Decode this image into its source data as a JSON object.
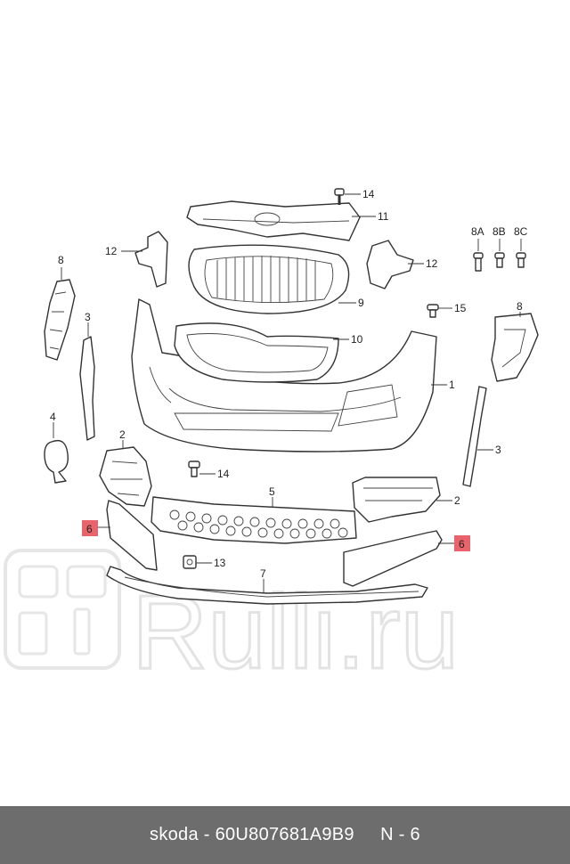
{
  "diagram": {
    "labels": {
      "p1": "1",
      "p2a": "2",
      "p2b": "2",
      "p3a": "3",
      "p3b": "3",
      "p4": "4",
      "p5": "5",
      "p6a": "6",
      "p6b": "6",
      "p7": "7",
      "p8a": "8",
      "p8b": "8",
      "p8A": "8A",
      "p8B": "8B",
      "p8C": "8C",
      "p9": "9",
      "p10": "10",
      "p11": "11",
      "p12a": "12",
      "p12b": "12",
      "p13": "13",
      "p14a": "14",
      "p14b": "14",
      "p15": "15"
    },
    "highlight_color": "#e8646a",
    "watermark": {
      "text": "Rulli.ru",
      "color": "#e6e6e6"
    }
  },
  "footer": {
    "brand": "skoda",
    "part_number": "60U807681A9B9",
    "page_ref": "N - 6"
  }
}
